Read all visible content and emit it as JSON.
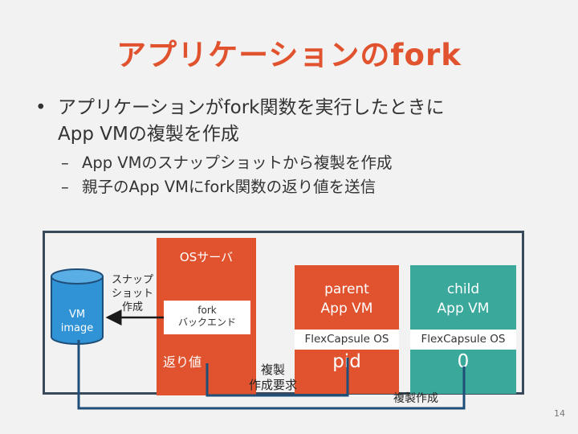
{
  "slide": {
    "title": "アプリケーションのfork",
    "bullets": [
      {
        "text": "アプリケーションがfork関数を実行したときにApp VMの複製を作成",
        "line1": "アプリケーションがfork関数を実行したときに",
        "line2": "App VMの複製を作成",
        "sub": [
          "App VMのスナップショットから複製を作成",
          "親子のApp VMにfork関数の返り値を送信"
        ]
      }
    ],
    "page_number": "14"
  },
  "diagram": {
    "os_server_label": "OSサーバ",
    "backend_line1": "fork",
    "backend_line2": "バックエンド",
    "return_value_label": "返り値",
    "vm_image_line1": "VM",
    "vm_image_line2": "image",
    "snapshot_label_lines": [
      "スナップ",
      "ショット",
      "作成"
    ],
    "parent_line1": "parent",
    "parent_line2": "App VM",
    "child_line1": "child",
    "child_line2": "App VM",
    "flexcapsule_os": "FlexCapsule OS",
    "parent_value": "pid",
    "child_value": "0",
    "dup_request_line1": "複製",
    "dup_request_line2": "作成要求",
    "dup_create": "複製作成",
    "colors": {
      "accent_red": "#e0532e",
      "teal": "#3aa89a",
      "vm_image_blue": "#2f93d6",
      "frame": "#384a5a",
      "background": "#f2f2f2"
    }
  }
}
